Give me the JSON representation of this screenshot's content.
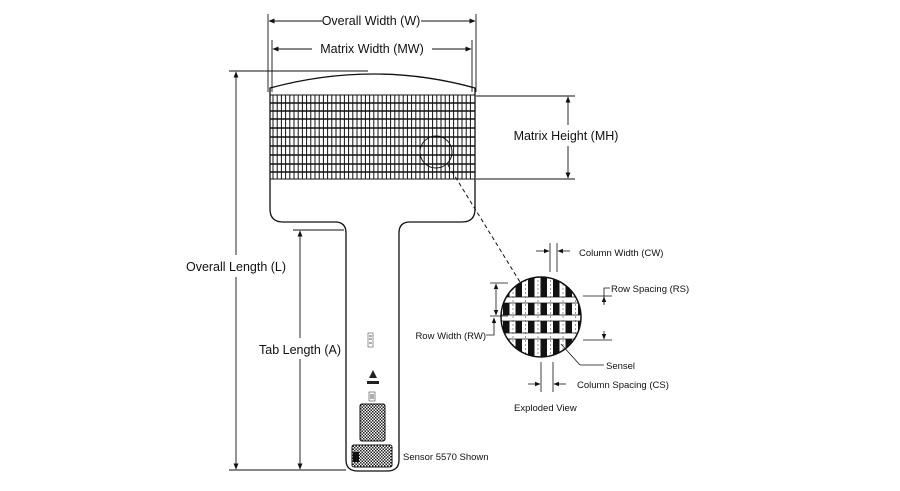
{
  "diagram": {
    "labels": {
      "overall_width": "Overall Width (W)",
      "matrix_width": "Matrix Width (MW)",
      "matrix_height": "Matrix Height (MH)",
      "overall_length": "Overall Length (L)",
      "tab_length": "Tab Length (A)",
      "column_width": "Column Width (CW)",
      "row_spacing": "Row Spacing (RS)",
      "row_width": "Row Width (RW)",
      "sensel": "Sensel",
      "column_spacing": "Column Spacing (CS)",
      "exploded_view": "Exploded View",
      "sensor_shown": "Sensor 5570 Shown"
    },
    "line_color": "#111111",
    "background": "#ffffff"
  }
}
